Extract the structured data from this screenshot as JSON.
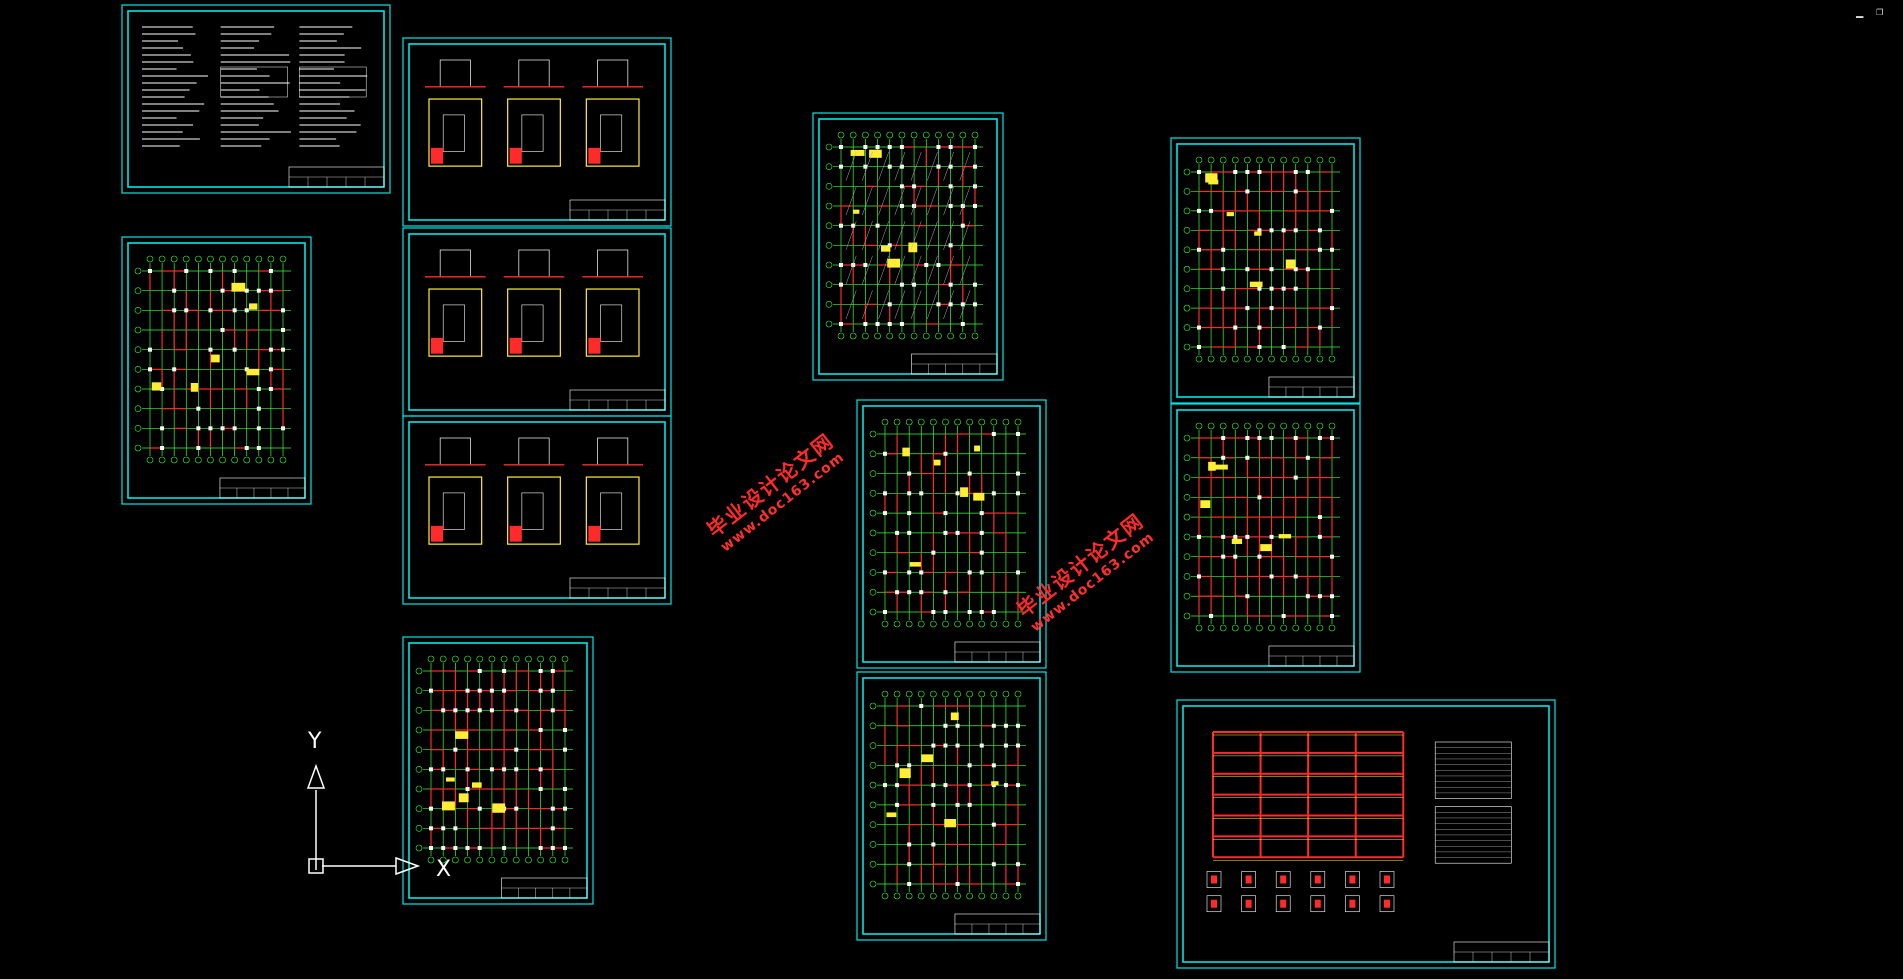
{
  "window": {
    "minimize_icon": "minimize-icon",
    "restore_icon": "restore-icon"
  },
  "ucs": {
    "x_label": "X",
    "y_label": "Y"
  },
  "watermarks": [
    {
      "line1": "毕业设计论文网",
      "line2": "www.doc163.com"
    },
    {
      "line1": "毕业设计论文网",
      "line2": "www.doc163.com"
    }
  ],
  "colors": {
    "frame": "#00e5e5",
    "grid_green": "#33ff33",
    "member_red": "#ff2a2a",
    "label_white": "#ffffff"
  }
}
